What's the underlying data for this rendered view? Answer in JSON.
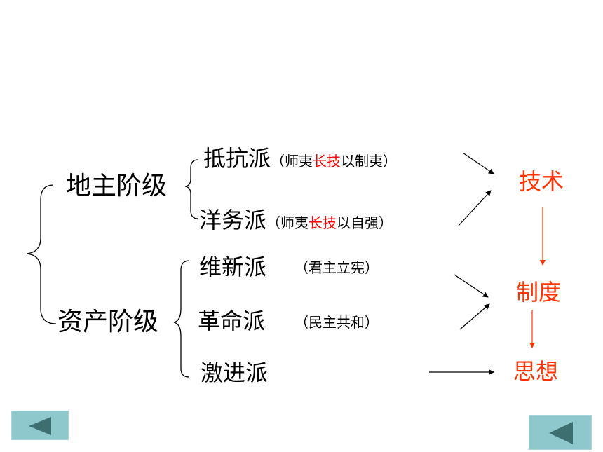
{
  "classes": {
    "landlord": "地主阶级",
    "bourgeois": "资产阶级"
  },
  "factions": {
    "resist": {
      "name": "抵抗派",
      "note_open": "（师夷",
      "note_highlight": "长技",
      "note_close": "以制夷）"
    },
    "westernization": {
      "name": "洋务派",
      "note_open": "（师夷",
      "note_highlight": "长技",
      "note_close": "以自强）"
    },
    "reform": {
      "name": "维新派",
      "note": "（君主立宪）"
    },
    "revolution": {
      "name": "革命派",
      "note": "（民主共和）"
    },
    "radical": {
      "name": "激进派"
    }
  },
  "results": {
    "technology": "技术",
    "institution": "制度",
    "thought": "思想"
  },
  "colors": {
    "highlight": "#ff0000",
    "result": "#ff3300",
    "nav_button": "#8fc8cc",
    "nav_arrow": "#3d6f70"
  },
  "navigation": {
    "left_button_icon": "triangle-left-icon",
    "right_button_icon": "triangle-left-icon"
  }
}
